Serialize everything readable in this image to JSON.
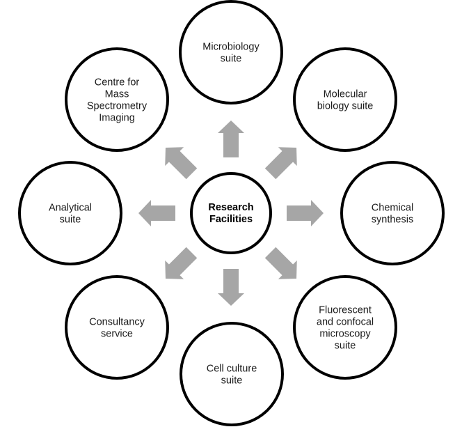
{
  "diagram": {
    "type": "hub-and-spoke",
    "colors": {
      "circle_stroke": "#000000",
      "arrow_fill": "#a6a6a6",
      "text": "#1a1a1a",
      "background": "#ffffff"
    },
    "center": {
      "label_lines": [
        "Research",
        "Facilities"
      ]
    },
    "nodes": [
      {
        "id": "microbiology",
        "direction": "north",
        "label_lines": [
          "Microbiology",
          "suite"
        ]
      },
      {
        "id": "molecular-biology",
        "direction": "north-east",
        "label_lines": [
          "Molecular",
          "biology suite"
        ]
      },
      {
        "id": "chemical-synthesis",
        "direction": "east",
        "label_lines": [
          "Chemical",
          "synthesis"
        ]
      },
      {
        "id": "fluorescent-confocal-microscopy",
        "direction": "south-east",
        "label_lines": [
          "Fluorescent",
          "and confocal",
          "microscopy",
          "suite"
        ]
      },
      {
        "id": "cell-culture",
        "direction": "south",
        "label_lines": [
          "Cell culture",
          "suite"
        ]
      },
      {
        "id": "consultancy",
        "direction": "south-west",
        "label_lines": [
          "Consultancy",
          "service"
        ]
      },
      {
        "id": "analytical",
        "direction": "west",
        "label_lines": [
          "Analytical",
          "suite"
        ]
      },
      {
        "id": "mass-spectrometry-imaging",
        "direction": "north-west",
        "label_lines": [
          "Centre for",
          "Mass",
          "Spectrometry",
          "Imaging"
        ]
      }
    ],
    "arrows": [
      {
        "from": "center",
        "to": "microbiology"
      },
      {
        "from": "center",
        "to": "molecular-biology"
      },
      {
        "from": "center",
        "to": "chemical-synthesis"
      },
      {
        "from": "center",
        "to": "fluorescent-confocal-microscopy"
      },
      {
        "from": "center",
        "to": "cell-culture"
      },
      {
        "from": "center",
        "to": "consultancy"
      },
      {
        "from": "center",
        "to": "analytical"
      },
      {
        "from": "center",
        "to": "mass-spectrometry-imaging"
      }
    ]
  }
}
